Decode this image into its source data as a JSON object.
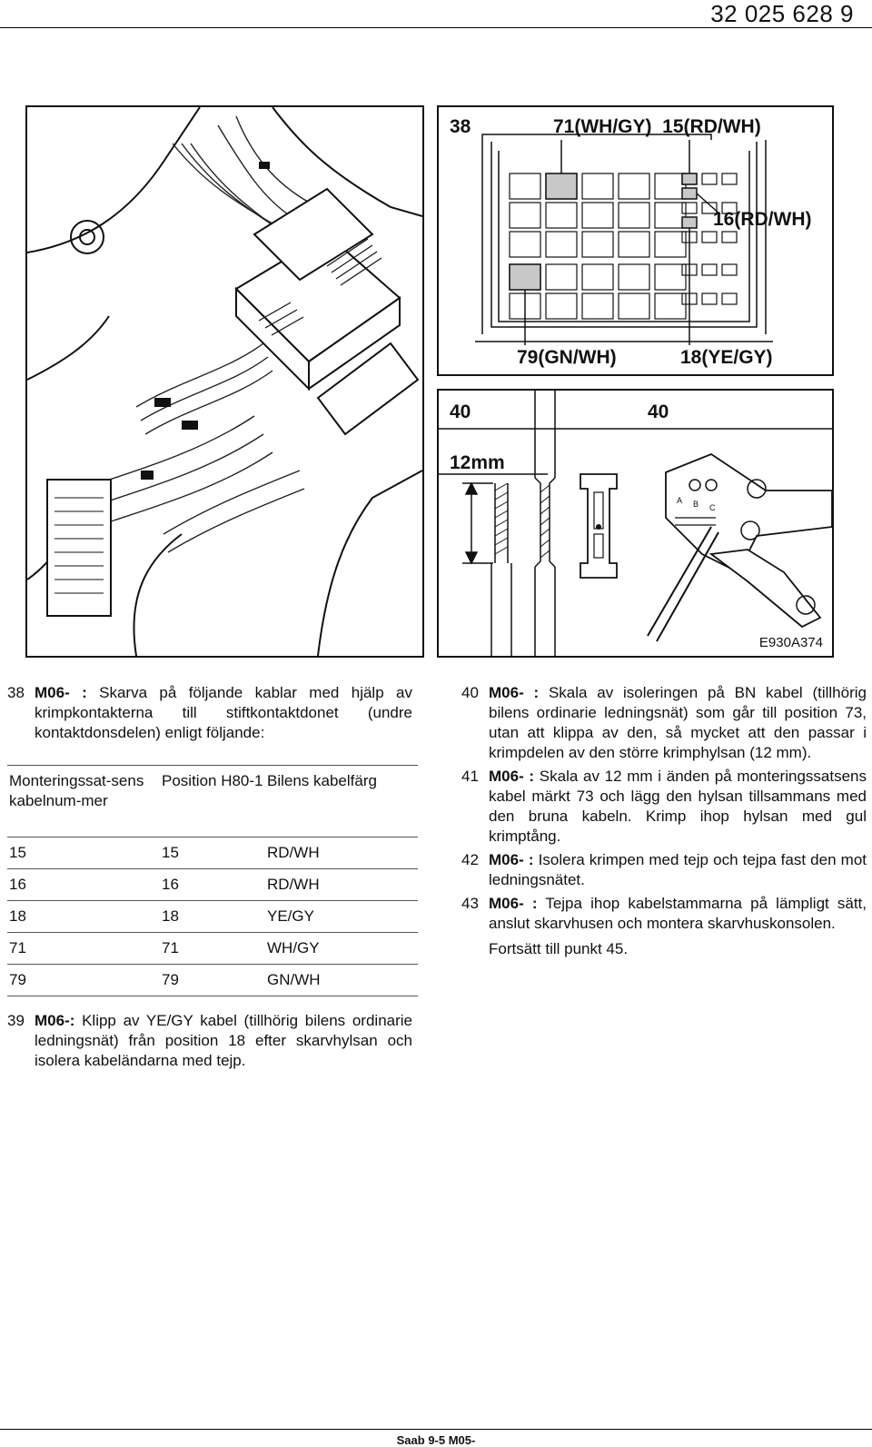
{
  "header": {
    "page_ref": "32 025 628  9"
  },
  "footer": {
    "text": "Saab 9-5 M05-"
  },
  "figure": {
    "callout_38": "38",
    "pos_71_15": "71(WH/GY)_15(RD/WH)",
    "pos_16": "16(RD/WH)",
    "pos_79": "79(GN/WH)",
    "pos_18": "18(YE/GY)",
    "callout_40_left": "40",
    "callout_40_right": "40",
    "strip_length": "12mm",
    "tool_mark_a": "A",
    "tool_mark_b": "B",
    "tool_mark_c": "C",
    "figure_id": "E930A374"
  },
  "left_column": {
    "step38": {
      "num": "38",
      "code": "M06- :",
      "text": " Skarva på följande kablar med hjälp av krimpkontakterna till stiftkontaktdonet (undre kontaktdonsdelen) enligt följande:"
    },
    "table": {
      "headers": [
        "Monteringssat-sens kabelnum-mer",
        "Position H80-1",
        "Bilens kabelfärg"
      ],
      "rows": [
        [
          "15",
          "15",
          "RD/WH"
        ],
        [
          "16",
          "16",
          "RD/WH"
        ],
        [
          "18",
          "18",
          "YE/GY"
        ],
        [
          "71",
          "71",
          "WH/GY"
        ],
        [
          "79",
          "79",
          "GN/WH"
        ]
      ]
    },
    "step39": {
      "num": "39",
      "code": "M06-:",
      "text": " Klipp av YE/GY kabel (tillhörig bilens ordinarie ledningsnät) från position 18 efter skarvhylsan och isolera kabeländarna med tejp."
    }
  },
  "right_column": {
    "steps": [
      {
        "num": "40",
        "code": "M06- :",
        "text": " Skala av isoleringen på BN kabel (tillhörig bilens ordinarie ledningsnät) som går till position 73, utan att klippa av den, så mycket att den passar i krimpdelen av den större krimphylsan (12 mm)."
      },
      {
        "num": "41",
        "code": "M06- :",
        "text": " Skala av 12 mm i änden på monteringssatsens kabel märkt 73 och lägg den hylsan tillsammans med den bruna kabeln. Krimp ihop hylsan med gul krimptång."
      },
      {
        "num": "42",
        "code": "M06- :",
        "text": " Isolera krimpen med tejp och tejpa fast den mot ledningsnätet."
      },
      {
        "num": "43",
        "code": "M06- :",
        "text": " Tejpa ihop kabelstammarna på lämpligt sätt, anslut skarvhusen och montera skarvhuskonsolen."
      }
    ],
    "continue": "Fortsätt till punkt 45."
  }
}
